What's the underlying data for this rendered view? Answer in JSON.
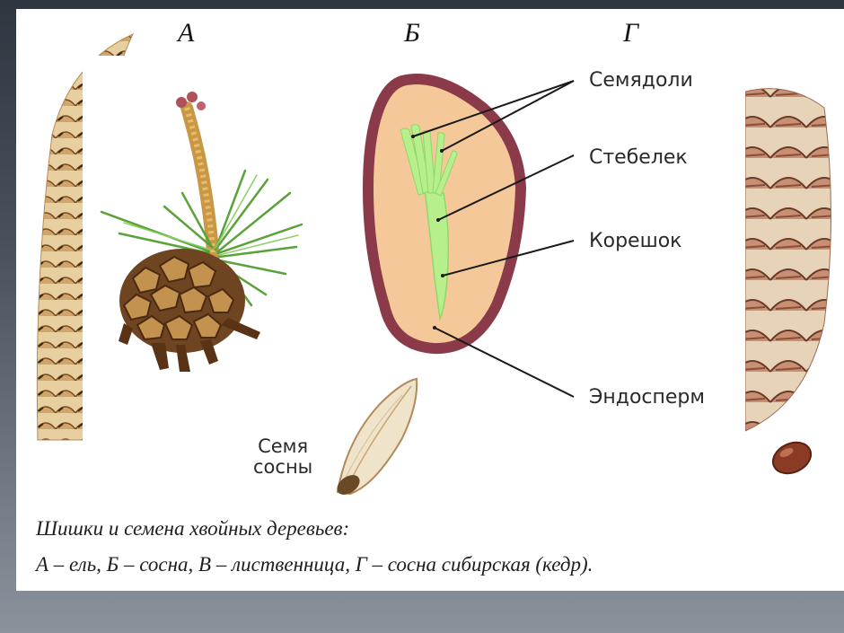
{
  "panel_letters": {
    "a": "А",
    "b": "Б",
    "g": "Г"
  },
  "embryo_labels": {
    "cotyledons": "Семядоли",
    "stem": "Стебелек",
    "root": "Корешок",
    "endosperm": "Эндосперм"
  },
  "seed_label": {
    "line1": "Семя",
    "line2": "сосны"
  },
  "caption": {
    "line1": "Шишки и семена хвойных деревьев:",
    "line2": "А – ель, Б – сосна, В – лиственница, Г – сосна сибирская (кедр)."
  },
  "colors": {
    "endosperm_fill": "#f4c898",
    "seed_coat": "#8b3a4a",
    "embryo": "#b6ef8c",
    "cone_brown": "#8a5a2e"
  }
}
